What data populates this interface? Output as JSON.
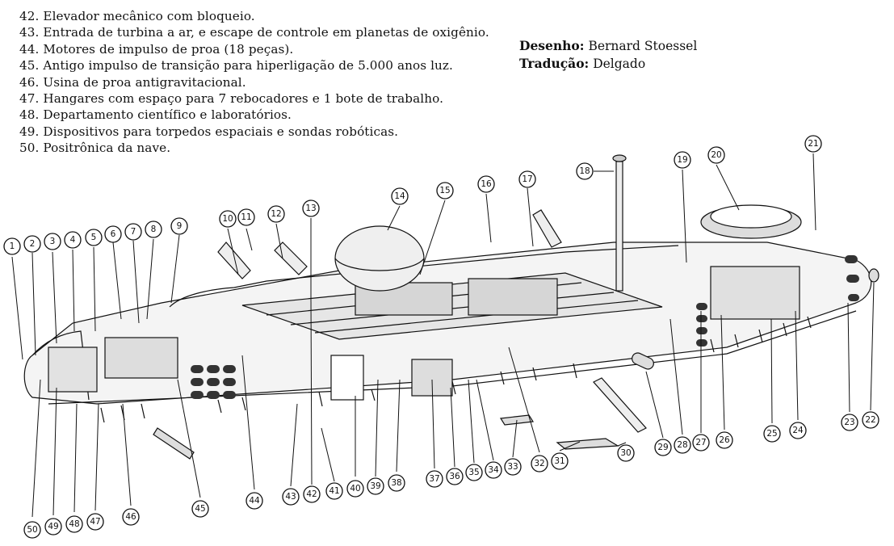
{
  "legend": [
    "42. Elevador mecânico com bloqueio.",
    "43. Entrada de turbina a ar, e escape de controle em planetas de oxigênio.",
    "44. Motores de impulso de proa (18 peças).",
    "45. Antigo impulso de transição para hiperligação de 5.000 anos luz.",
    "46. Usina de proa antigravitacional.",
    "47. Hangares com espaço para 7 rebocadores e 1 bote de trabalho.",
    "48. Departamento científico e laboratórios.",
    "49. Dispositivos para torpedos espaciais e sondas robóticas.",
    "50. Positrônica da nave."
  ],
  "credits": {
    "drawing_label": "Desenho:",
    "drawing_name": "Bernard Stoessel",
    "translation_label": "Tradução:",
    "translation_name": "Delgado"
  },
  "callouts": [
    "1",
    "2",
    "3",
    "4",
    "5",
    "6",
    "7",
    "8",
    "9",
    "10",
    "11",
    "12",
    "13",
    "14",
    "15",
    "16",
    "17",
    "18",
    "19",
    "20",
    "21",
    "22",
    "23",
    "24",
    "25",
    "26",
    "27",
    "28",
    "29",
    "30",
    "31",
    "32",
    "33",
    "34",
    "35",
    "36",
    "37",
    "38",
    "39",
    "40",
    "41",
    "42",
    "43",
    "44",
    "45",
    "46",
    "47",
    "48",
    "49",
    "50"
  ]
}
